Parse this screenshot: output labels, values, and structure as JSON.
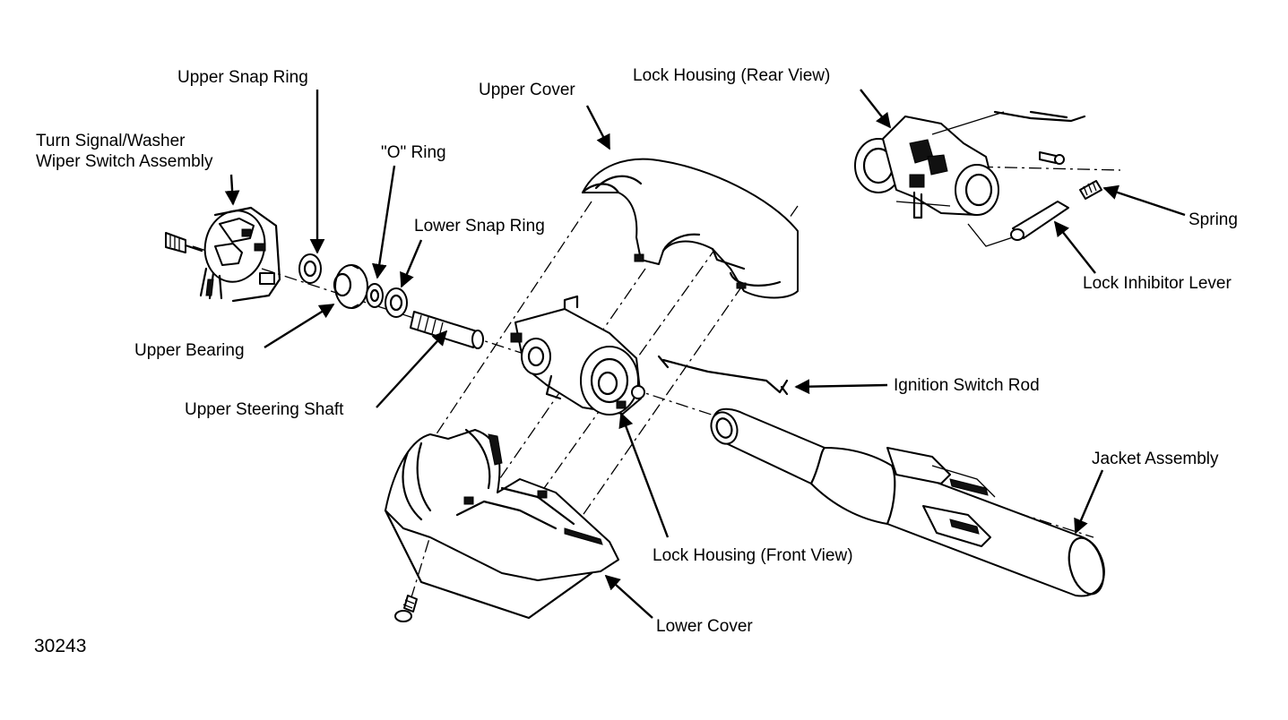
{
  "labels": {
    "upper_snap_ring": "Upper Snap Ring",
    "turn_signal_line1": "Turn Signal/Washer",
    "turn_signal_line2": "Wiper Switch Assembly",
    "o_ring": "\"O\" Ring",
    "lower_snap_ring": "Lower Snap Ring",
    "upper_cover": "Upper Cover",
    "lock_housing_rear": "Lock Housing (Rear View)",
    "spring": "Spring",
    "lock_inhibitor_lever": "Lock Inhibitor Lever",
    "upper_bearing": "Upper Bearing",
    "upper_steering_shaft": "Upper Steering Shaft",
    "ignition_switch_rod": "Ignition Switch Rod",
    "jacket_assembly": "Jacket Assembly",
    "lock_housing_front": "Lock Housing (Front View)",
    "lower_cover": "Lower Cover",
    "figure_number": "30243"
  }
}
